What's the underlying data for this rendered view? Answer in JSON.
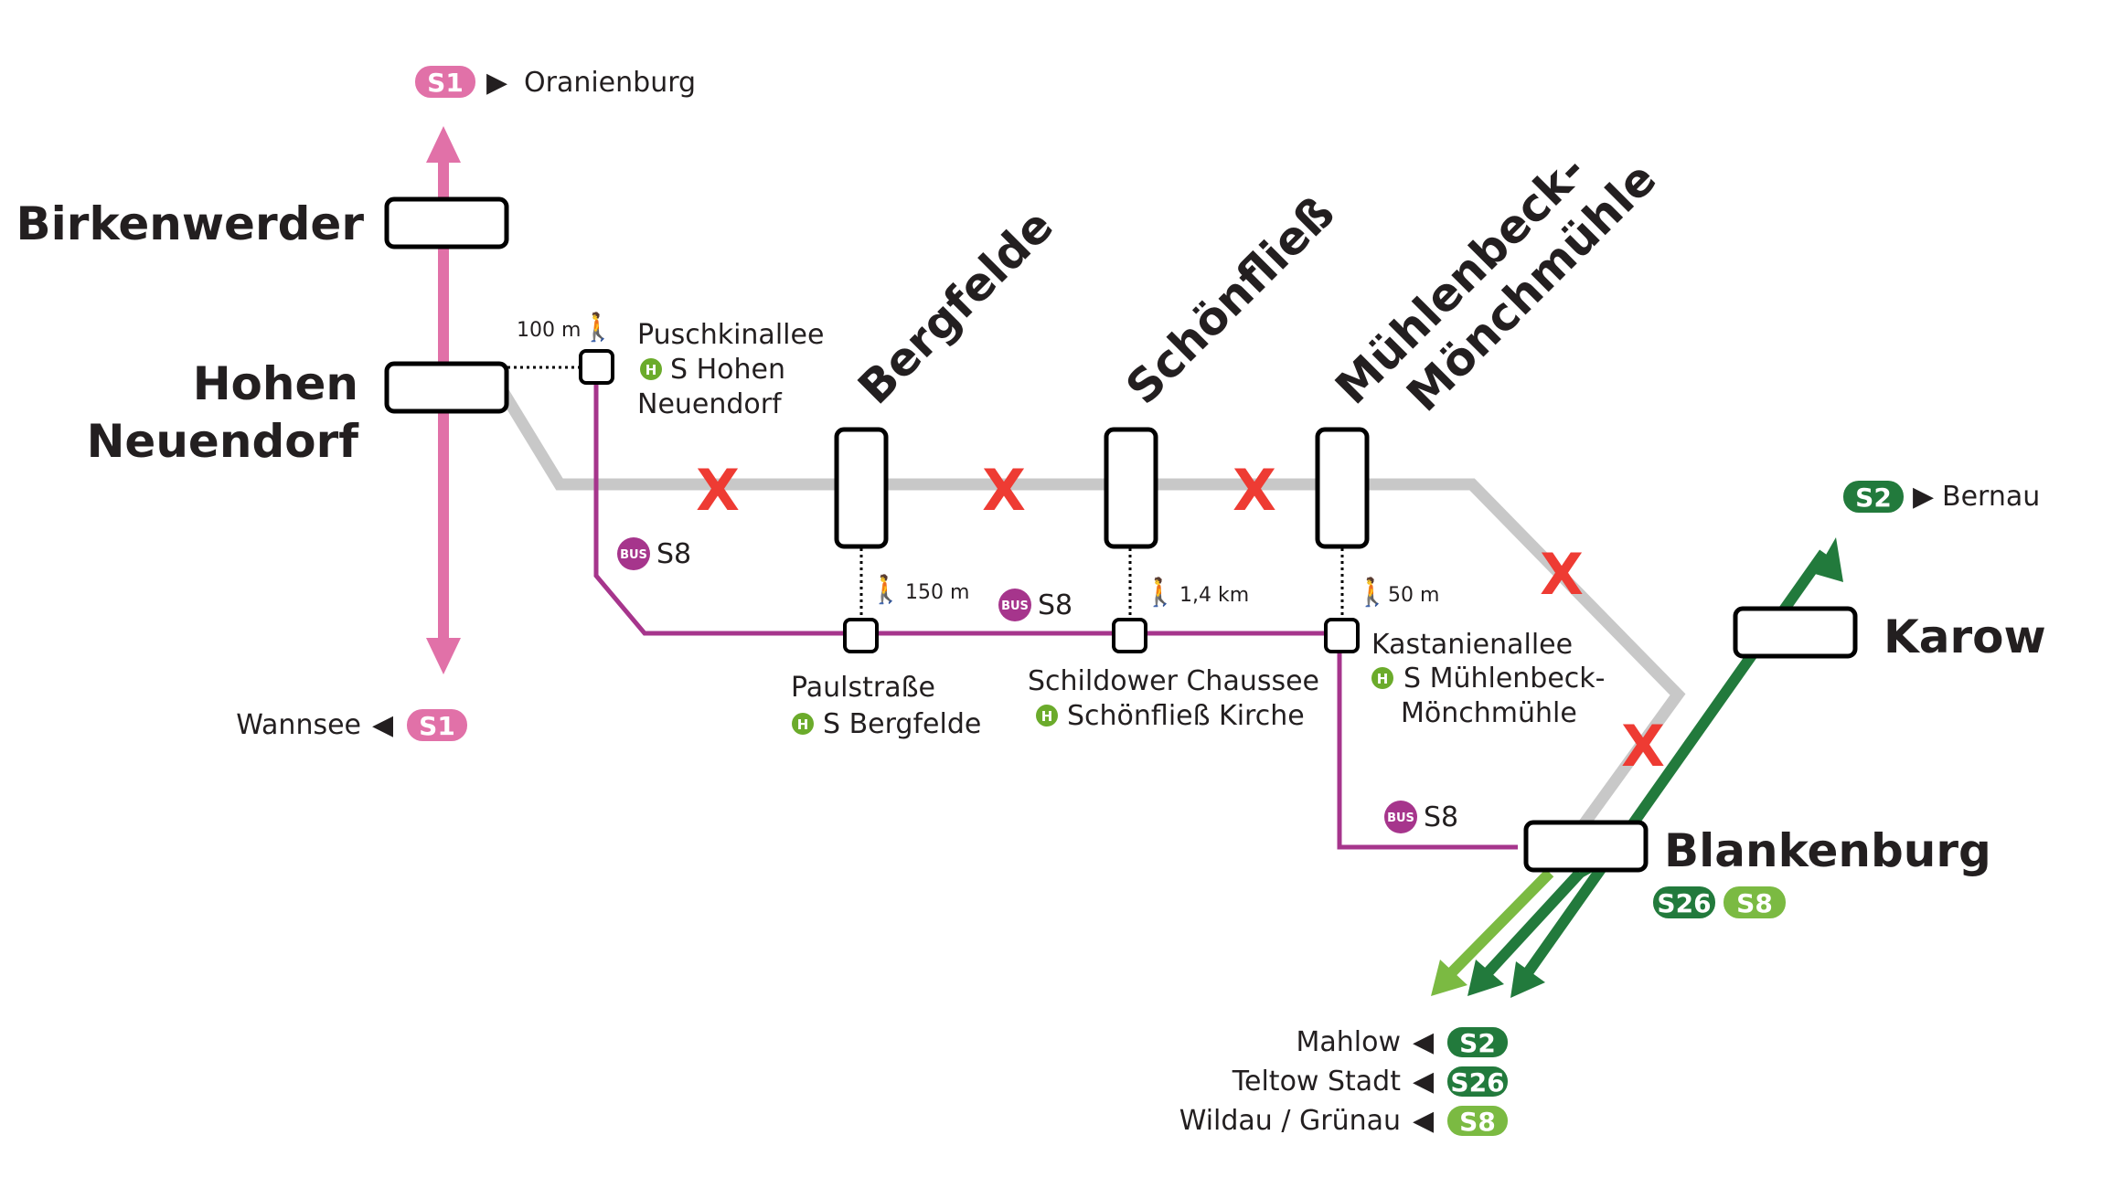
{
  "colors": {
    "s1": "#e171a8",
    "s2": "#227a3c",
    "s8": "#7bba42",
    "bus": "#a6358c",
    "closed": "#c8c8c8",
    "cross": "#ee3b33",
    "halt": "#6bab2b"
  },
  "badges": {
    "s1": "S1",
    "s2": "S2",
    "s26": "S26",
    "s8": "S8",
    "bus": "BUS",
    "halt": "H"
  },
  "stations": {
    "birkenwerder": "Birkenwerder",
    "hohen_line1": "Hohen",
    "hohen_line2": "Neuendorf",
    "bergfelde": "Bergfelde",
    "schoenfliess": "Schönfließ",
    "muehlenbeck_line1": "Mühlenbeck-",
    "muehlenbeck_line2": "Mönchmühle",
    "karow": "Karow",
    "blankenburg": "Blankenburg"
  },
  "destinations": {
    "oranienburg": "Oranienburg",
    "wannsee": "Wannsee",
    "bernau": "Bernau",
    "mahlow": "Mahlow",
    "teltow": "Teltow Stadt",
    "wildau": "Wildau / Grünau"
  },
  "bus_stops": {
    "puschkin_line1": "Puschkinallee",
    "puschkin_line2": "S Hohen",
    "puschkin_line3": "Neuendorf",
    "paul_line1": "Paulstraße",
    "paul_line2": "S Bergfelde",
    "schild_line1": "Schildower Chaussee",
    "schild_line2": "Schönfließ Kirche",
    "kast_line1": "Kastanienallee",
    "kast_line2": "S Mühlenbeck-",
    "kast_line3": "Mönchmühle"
  },
  "walks": {
    "hohen": "100 m",
    "bergfelde": "150 m",
    "schoenfliess": "1,4 km",
    "muehlenbeck": "50 m"
  },
  "bus_label": "S8",
  "cross_mark": "X",
  "arrow_right": "▶",
  "arrow_left": "◀",
  "walk_symbol": "🚶"
}
